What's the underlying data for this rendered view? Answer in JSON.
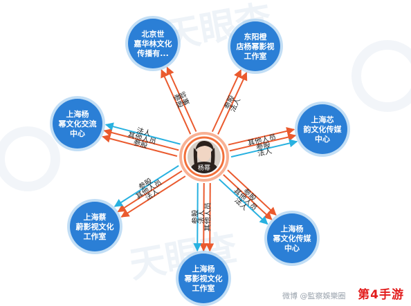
{
  "colors": {
    "node_fill": "#2b7fd6",
    "node_ring": "#9ac8ef",
    "center_ring": "#f2703b",
    "arrow_red": "#ea5a2e",
    "arrow_blue": "#28b1e0",
    "watermark": "#eef3f8"
  },
  "center": {
    "name": "杨幂",
    "avatar_icon": "person-photo-icon"
  },
  "nodes": [
    {
      "id": "beijing",
      "lines": [
        "北京世",
        "嘉华林文化",
        "传播有..."
      ]
    },
    {
      "id": "dongyang",
      "lines": [
        "东阳橙",
        "店杨幂影视",
        "工作室"
      ]
    },
    {
      "id": "zhaoyi",
      "lines": [
        "上海芯",
        "韵文化传媒",
        "中心"
      ]
    },
    {
      "id": "yangmi_media",
      "lines": [
        "上海杨",
        "幂文化传媒",
        "中心"
      ]
    },
    {
      "id": "studio",
      "lines": [
        "上海杨",
        "幂影视文化",
        "工作室"
      ]
    },
    {
      "id": "jiaying",
      "lines": [
        "上海蔡",
        "蔚影视文化",
        "工作室"
      ]
    },
    {
      "id": "exchange",
      "lines": [
        "上海杨",
        "幂文化交流",
        "中心"
      ]
    }
  ],
  "edge_labels": {
    "beijing": [
      "参股",
      "监事"
    ],
    "dongyang": [
      "参股",
      "法人"
    ],
    "zhaoyi": [
      "其他人员",
      "参股",
      "法人"
    ],
    "yangmi_media": [
      "参股",
      "其他人员",
      "法人"
    ],
    "studio": [
      "其他人员",
      "法人",
      "参股"
    ],
    "jiaying": [
      "法人",
      "其他人员",
      "参股"
    ],
    "exchange": [
      "参股",
      "其他人员",
      "法人"
    ]
  },
  "watermark": {
    "top": "天眼查",
    "bottom": "天眼查"
  },
  "footer": {
    "weibo": "微博 @監察娛樂圈",
    "site": "第4手游"
  }
}
